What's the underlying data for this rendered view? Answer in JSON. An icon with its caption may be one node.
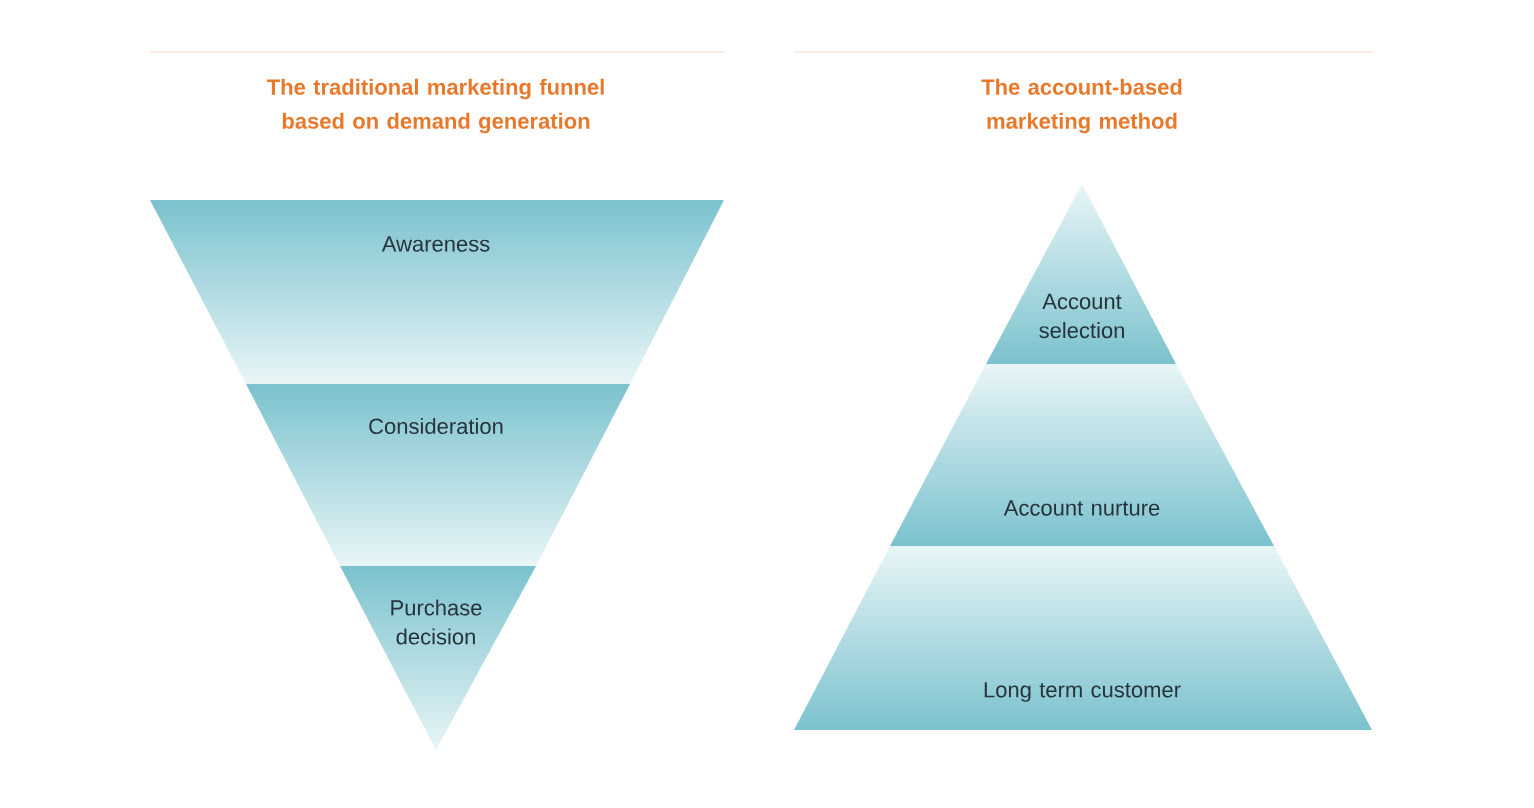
{
  "diagram": {
    "nodes": [
      {
        "text": [
          "Awareness"
        ]
      },
      {
        "text": [
          "Consideration"
        ]
      },
      {
        "text": [
          "Purchase decision"
        ]
      },
      {
        "text": [
          "Account selection"
        ]
      },
      {
        "text": [
          "Account nurture"
        ]
      },
      {
        "text": [
          "Long term customer"
        ]
      }
    ],
    "labels": [
      "The traditional marketing funnel based on demand generation",
      "The account-based marketing method"
    ]
  }
}
